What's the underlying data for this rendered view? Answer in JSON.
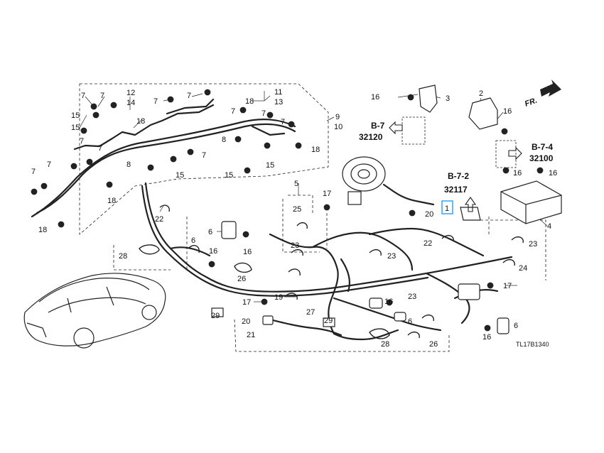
{
  "diagram": {
    "figure_code": "TL17B1340",
    "direction_label": "FR.",
    "highlight_color": "#3fa9f5",
    "refs": [
      {
        "section": "B-7",
        "code": "32120"
      },
      {
        "section": "B-7-2",
        "code": "32117"
      },
      {
        "section": "B-7-4",
        "code": "32100"
      }
    ],
    "callouts": [
      "1",
      "2",
      "3",
      "4",
      "5",
      "6",
      "7",
      "8",
      "9",
      "10",
      "11",
      "12",
      "13",
      "14",
      "15",
      "16",
      "17",
      "18",
      "19",
      "20",
      "21",
      "22",
      "23",
      "24",
      "25",
      "26",
      "27",
      "28",
      "29"
    ]
  }
}
